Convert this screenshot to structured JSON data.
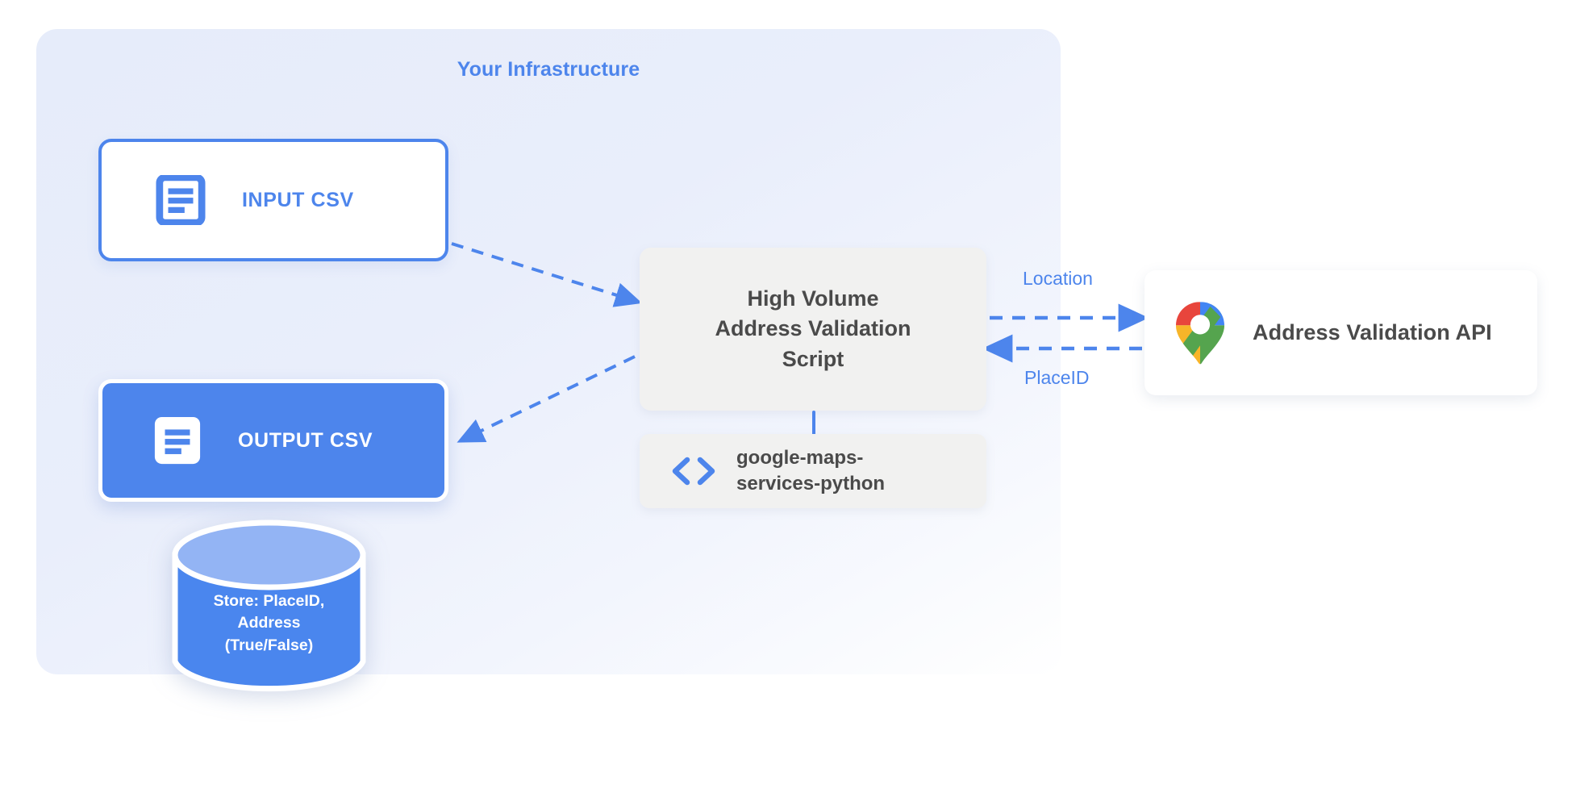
{
  "diagram": {
    "title": "Your Infrastructure",
    "accent_color": "#4d85ec",
    "panel_bg": "#e6ecfa",
    "neutral_box_bg": "#f1f1f0",
    "text_dark": "#4a4a4a"
  },
  "nodes": {
    "input_csv": {
      "label": "INPUT CSV",
      "icon": "csv-document-icon",
      "style": "white box with blue border"
    },
    "output_csv": {
      "label": "OUTPUT CSV",
      "icon": "csv-document-icon",
      "style": "solid blue box with white border"
    },
    "script": {
      "lines": [
        "High Volume",
        "Address Validation",
        "Script"
      ],
      "full_label": "High Volume Address Validation Script"
    },
    "library": {
      "lines": [
        "google-maps-",
        "services-python"
      ],
      "full_label": "google-maps-services-python",
      "icon": "code-brackets-icon"
    },
    "api": {
      "label": "Address Validation API",
      "icon": "google-maps-pin-icon"
    },
    "database": {
      "lines": [
        "Store: PlaceID,",
        "Address",
        "(True/False)"
      ],
      "full_label": "Store: PlaceID, Address (True/False)",
      "shape": "cylinder"
    }
  },
  "edges": [
    {
      "id": "input-to-script",
      "from": "input_csv",
      "to": "script",
      "label": "",
      "style": "dashed",
      "direction": "forward"
    },
    {
      "id": "script-to-output",
      "from": "script",
      "to": "output_csv",
      "label": "",
      "style": "dashed",
      "direction": "forward"
    },
    {
      "id": "script-to-api",
      "from": "script",
      "to": "api",
      "label": "Location",
      "style": "dashed",
      "direction": "forward"
    },
    {
      "id": "api-to-script",
      "from": "api",
      "to": "script",
      "label": "PlaceID",
      "style": "dashed",
      "direction": "forward"
    },
    {
      "id": "script-to-library",
      "from": "script",
      "to": "library",
      "label": "",
      "style": "solid",
      "direction": "none"
    }
  ],
  "edge_labels": {
    "location": "Location",
    "placeid": "PlaceID"
  }
}
